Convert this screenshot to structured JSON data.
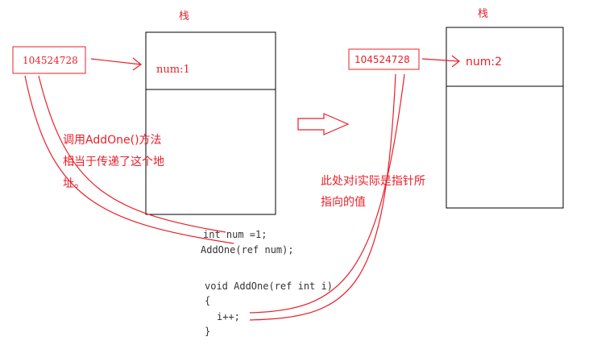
{
  "left": {
    "stack_title": "栈",
    "address": "104524728",
    "cell_value": "num:1"
  },
  "right": {
    "stack_title": "栈",
    "address": "104524728",
    "cell_value": "num:2"
  },
  "annotations": {
    "call_note_line1": "调用AddOne()方法",
    "call_note_line2": "相当于传递了这个地",
    "call_note_line3": "址。",
    "pointer_note_line1": "此处对i实际是指针所",
    "pointer_note_line2": "指向的值"
  },
  "code": {
    "line1": "int num =1;",
    "line2": "AddOne(ref num);",
    "line3": "void AddOne(ref int i)",
    "line4": "{",
    "line5": "i++;",
    "line6": "}"
  },
  "colors": {
    "accent": "#e8202a",
    "code_text": "#333333",
    "box_stroke": "#000000"
  }
}
